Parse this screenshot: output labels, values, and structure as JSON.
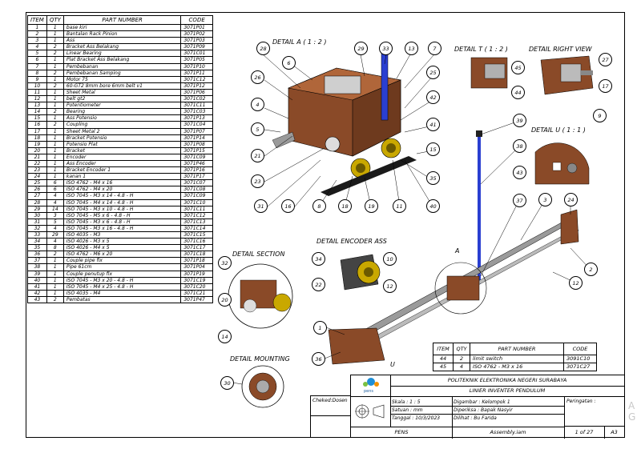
{
  "bom": {
    "headers": [
      "ITEM",
      "QTY",
      "PART NUMBER",
      "CODE"
    ],
    "rows": [
      [
        "1",
        "1",
        "base kiri",
        "3071P01"
      ],
      [
        "2",
        "1",
        "Bantalan Rack Pinion",
        "3071P02"
      ],
      [
        "3",
        "1",
        "Ass",
        "3071P03"
      ],
      [
        "4",
        "2",
        "Bracket Ass Belakang",
        "3071P09"
      ],
      [
        "5",
        "2",
        "Linear Bearing",
        "3071C01"
      ],
      [
        "6",
        "1",
        "Plat Bracket Ass Belakang",
        "3071P05"
      ],
      [
        "7",
        "1",
        "Pembebanan",
        "3071P10"
      ],
      [
        "8",
        "2",
        "Pembebanan Samping",
        "3071P11"
      ],
      [
        "9",
        "1",
        "Motor 75",
        "3071C12"
      ],
      [
        "10",
        "2",
        "60-GT2 8mm bore 6mm belt v1",
        "3071P12"
      ],
      [
        "11",
        "1",
        "Sheet Metal",
        "3071P06"
      ],
      [
        "12",
        "1",
        "belt gt2",
        "3071C02"
      ],
      [
        "13",
        "1",
        "Potentiometer",
        "3071C11"
      ],
      [
        "14",
        "2",
        "Bearing",
        "3071C03"
      ],
      [
        "15",
        "1",
        "Ass Potensio",
        "3071P13"
      ],
      [
        "16",
        "2",
        "Coupling",
        "3071C04"
      ],
      [
        "17",
        "1",
        "Sheet Metal 2",
        "3071P07"
      ],
      [
        "18",
        "1",
        "Bracket Potensio",
        "3071P14"
      ],
      [
        "19",
        "1",
        "Potensio Plat",
        "3071P08"
      ],
      [
        "20",
        "1",
        "Bracket",
        "3071P15"
      ],
      [
        "21",
        "1",
        "Encoder",
        "3071C09"
      ],
      [
        "22",
        "1",
        "Ass Encoder",
        "3071P46"
      ],
      [
        "23",
        "1",
        "Bracket Encoder 1",
        "3071P16"
      ],
      [
        "24",
        "1",
        "kanan 1",
        "3071P17"
      ],
      [
        "25",
        "6",
        "ISO 4762 - M4 x 16",
        "3071C07"
      ],
      [
        "26",
        "6",
        "ISO 4762 - M4 x 20",
        "3071C08"
      ],
      [
        "27",
        "4",
        "ISO 7045 - M3 x 14 - 4.8 - H",
        "3071C09"
      ],
      [
        "28",
        "4",
        "ISO 7045 - M4 x 14 - 4.8 - H",
        "3071C10"
      ],
      [
        "29",
        "14",
        "ISO 7045 - M3 x 10 - 4.8 - H",
        "3071C11"
      ],
      [
        "30",
        "3",
        "ISO 7045 - M5 x 6 - 4.8 - H",
        "3071C12"
      ],
      [
        "31",
        "5",
        "ISO 7045 - M3 x 6 - 4.8 - H",
        "3071C13"
      ],
      [
        "32",
        "4",
        "ISO 7045 - M3 x 16 - 4.8 - H",
        "3071C14"
      ],
      [
        "33",
        "29",
        "ISO 4035 - M3",
        "3071C15"
      ],
      [
        "34",
        "4",
        "ISO 4026 - M3 x 5",
        "3071C16"
      ],
      [
        "35",
        "8",
        "ISO 4026 - M4 x 5",
        "3071C17"
      ],
      [
        "36",
        "2",
        "ISO 4762 - M6 x 20",
        "3071C18"
      ],
      [
        "37",
        "1",
        "Couple pipe fix",
        "3071P18"
      ],
      [
        "38",
        "1",
        "Pipe 61cm",
        "3071P04"
      ],
      [
        "39",
        "1",
        "Couple penutup fix",
        "3071P19"
      ],
      [
        "40",
        "1",
        "ISO 7045 - M3 x 20 - 4.8 - H",
        "3071C19"
      ],
      [
        "41",
        "1",
        "ISO 7045 - M4 x 25 - 4.8 - H",
        "3071C20"
      ],
      [
        "42",
        "1",
        "ISO 4035 - M4",
        "3071C21"
      ],
      [
        "43",
        "2",
        "Pembatas",
        "3071P47"
      ]
    ]
  },
  "details": {
    "a": "DETAIL A ( 1 : 2 )",
    "t": "DETAIL T ( 1 : 2 )",
    "right": "DETAIL RIGHT VIEW",
    "u": "DETAIL U ( 1 : 1 )",
    "encoder": "DETAIL ENCODER ASS",
    "section": "DETAIL SECTION",
    "mounting": "DETAIL MOUNTING",
    "ref_a": "A",
    "ref_u": "U"
  },
  "balloons": [
    "28",
    "6",
    "29",
    "33",
    "13",
    "7",
    "26",
    "25",
    "4",
    "42",
    "5",
    "41",
    "21",
    "15",
    "23",
    "35",
    "31",
    "16",
    "8",
    "18",
    "19",
    "11",
    "40",
    "45",
    "44",
    "27",
    "17",
    "9",
    "39",
    "38",
    "43",
    "37",
    "3",
    "24",
    "34",
    "10",
    "22",
    "12",
    "32",
    "20",
    "14",
    "2",
    "12",
    "1",
    "36",
    "30"
  ],
  "small_table": {
    "headers": [
      "ITEM",
      "QTY",
      "PART NUMBER",
      "CODE"
    ],
    "rows": [
      [
        "44",
        "2",
        "limit switch",
        "3091C10"
      ],
      [
        "45",
        "4",
        "ISO 4762 - M3 x 16",
        "3071C27"
      ]
    ]
  },
  "title_block": {
    "school": "POLITEKNIK ELEKTRONIKA NEGERI SURABAYA",
    "title": "LINIER INVENTER PENDULUM",
    "checked": "Cheked:Dosen",
    "skala": "Skala : 1 : 5",
    "satuan": "Satuan : mm",
    "tanggal": "Tanggal : 10/3/2023",
    "digambar": "Digambar : Kelompok 1",
    "diperiksa": "Diperiksa : Bapak Nasyir",
    "dilihat": "Dilihat : Bu Farida",
    "peringatan": "Peringatan :",
    "org": "PENS",
    "file": "Assembly.iam",
    "sheet": "1 of 27",
    "size": "A3",
    "logo_text": "pens"
  },
  "watermark": "A\nG"
}
